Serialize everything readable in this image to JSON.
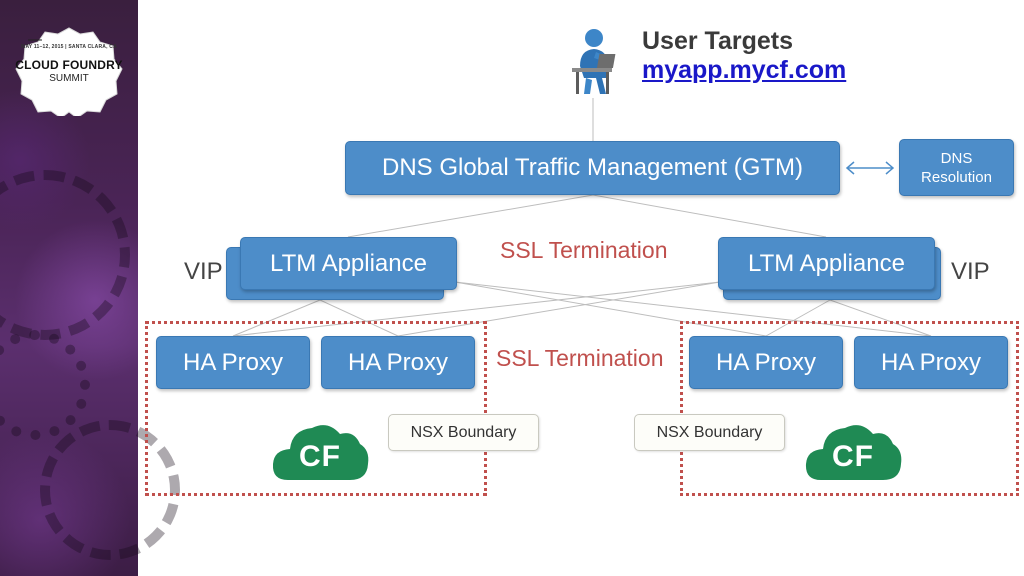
{
  "badge": {
    "date_line": "MAY 11–12, 2015  |  SANTA CLARA, CA",
    "name": "CLOUD FOUNDRY",
    "sub": "SUMMIT"
  },
  "user": {
    "title": "User Targets",
    "link": "myapp.mycf.com"
  },
  "gtm": {
    "label": "DNS Global Traffic Management (GTM)"
  },
  "dns": {
    "line1": "DNS",
    "line2": "Resolution"
  },
  "ltm": {
    "left_label": "LTM Appliance",
    "right_label": "LTM Appliance"
  },
  "vip": {
    "left": "VIP",
    "right": "VIP"
  },
  "ssl": {
    "top": "SSL Termination",
    "middle": "SSL Termination"
  },
  "haproxy": {
    "labels": [
      "HA Proxy",
      "HA Proxy",
      "HA Proxy",
      "HA Proxy"
    ]
  },
  "nsx": {
    "left": "NSX Boundary",
    "right": "NSX Boundary"
  },
  "cf": {
    "left": "CF",
    "right": "CF"
  },
  "colors": {
    "box_blue": "#4d8dc9",
    "ssl_red": "#c0504d",
    "boundary_red": "#c0504d",
    "cf_green": "#1f8a54",
    "link_blue": "#1a18c8"
  },
  "icons": [
    "user-at-laptop-icon",
    "cf-cloud-icon",
    "double-arrow-icon"
  ]
}
